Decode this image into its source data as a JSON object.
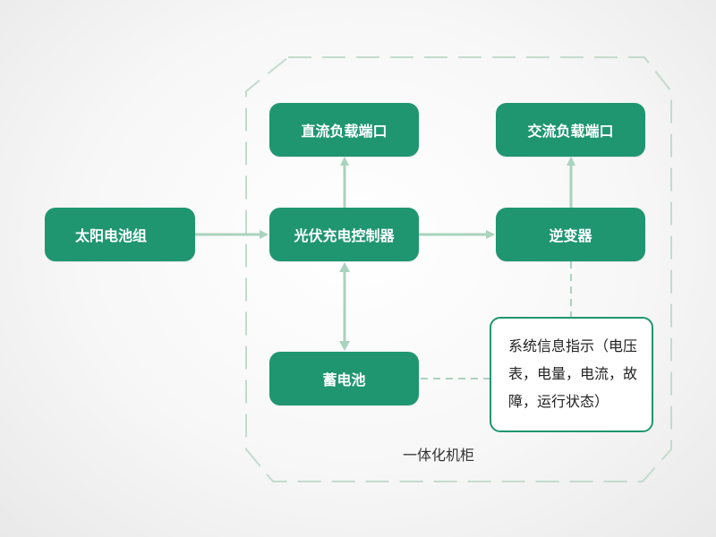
{
  "colors": {
    "node_fill": "#1f9670",
    "connector": "#a9d3bd",
    "dashed_border": "#c3dbcd",
    "info_border": "#1f9670"
  },
  "nodes": {
    "solar_panel": "太阳电池组",
    "dc_load_port": "直流负载端口",
    "ac_load_port": "交流负载端口",
    "pv_controller": "光伏充电控制器",
    "inverter": "逆变器",
    "battery": "蓄电池"
  },
  "info_panel": {
    "text": "系统信息指示（电压表，电量，电流，故障，运行状态）"
  },
  "cabinet": {
    "label": "一体化机柜"
  }
}
